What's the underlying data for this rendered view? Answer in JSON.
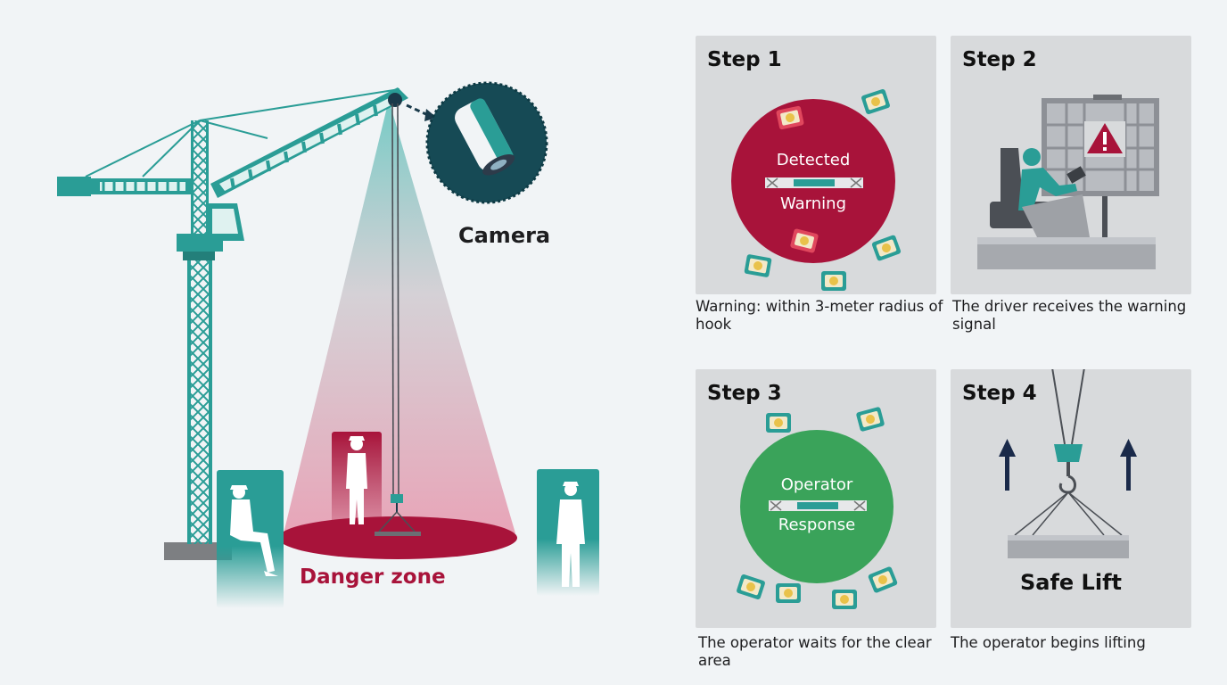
{
  "scene": {
    "camera_label": "Camera",
    "danger_zone_label": "Danger zone"
  },
  "steps": [
    {
      "title": "Step 1",
      "circle_line1": "Detected",
      "circle_line2": "Warning",
      "caption": "Warning: within 3-meter radius of hook"
    },
    {
      "title": "Step 2",
      "caption": "The driver receives the warning signal"
    },
    {
      "title": "Step 3",
      "circle_line1": "Operator",
      "circle_line2": "Response",
      "caption": "The operator waits for the clear area"
    },
    {
      "title": "Step 4",
      "center_label": "Safe Lift",
      "caption": "The operator begins lifting"
    }
  ],
  "colors": {
    "crane_teal": "#2a9d96",
    "danger_red": "#a8133a",
    "warning_red": "#a8133a",
    "response_green": "#3aa35a",
    "panel_gray": "#d8dadc",
    "camera_dark": "#164a55"
  },
  "icons": [
    "camera-icon",
    "warning-icon",
    "up-arrow-icon",
    "hook-icon",
    "worker-icon"
  ]
}
